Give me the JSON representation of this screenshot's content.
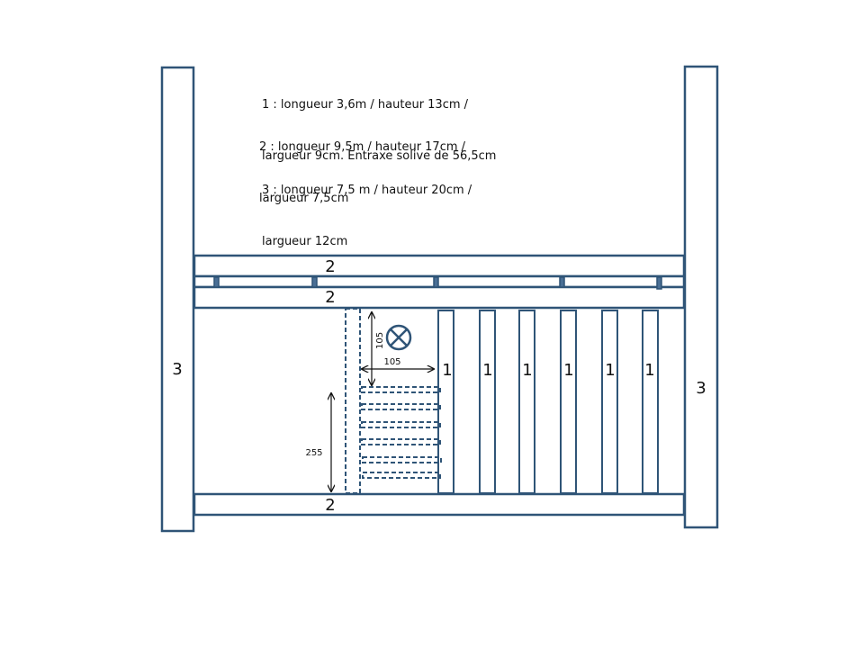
{
  "notes": [
    {
      "line1": "1 : longueur 3,6m / hauteur 13cm /",
      "line2": "largueur 9cm. Entraxe solive de 56,5cm"
    },
    {
      "line1": "2 : longueur 9,5m / hauteur 17cm /",
      "line2": "largueur 7,5cm"
    },
    {
      "line1": "3 : longueur 7,5 m / hauteur 20cm /",
      "line2": "largueur 12cm"
    }
  ],
  "labels": {
    "post_left": "3",
    "post_right": "3",
    "beam_top_a": "2",
    "beam_top_b": "2",
    "beam_bottom": "2",
    "joist": "1"
  },
  "dimensions": {
    "opening_height": "105",
    "opening_width": "105",
    "stair_height": "255"
  },
  "colors": {
    "stroke": "#2f5477",
    "fill": "#ffffff",
    "text": "#111111"
  }
}
